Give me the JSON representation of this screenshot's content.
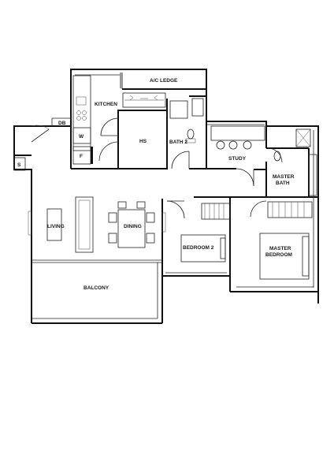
{
  "rooms": {
    "ac_ledge": "A/C LEDGE",
    "kitchen": "KITCHEN",
    "hs": "HS",
    "bath2": "BATH 2",
    "db": "DB",
    "w": "W",
    "f": "F",
    "s": "S",
    "study": "STUDY",
    "master_bath_line1": "MASTER",
    "master_bath_line2": "BATH",
    "living": "LIVING",
    "dining": "DINING",
    "bedroom2": "BEDROOM 2",
    "master_bedroom_line1": "MASTER",
    "master_bedroom_line2": "BEDROOM",
    "balcony": "BALCONY"
  }
}
